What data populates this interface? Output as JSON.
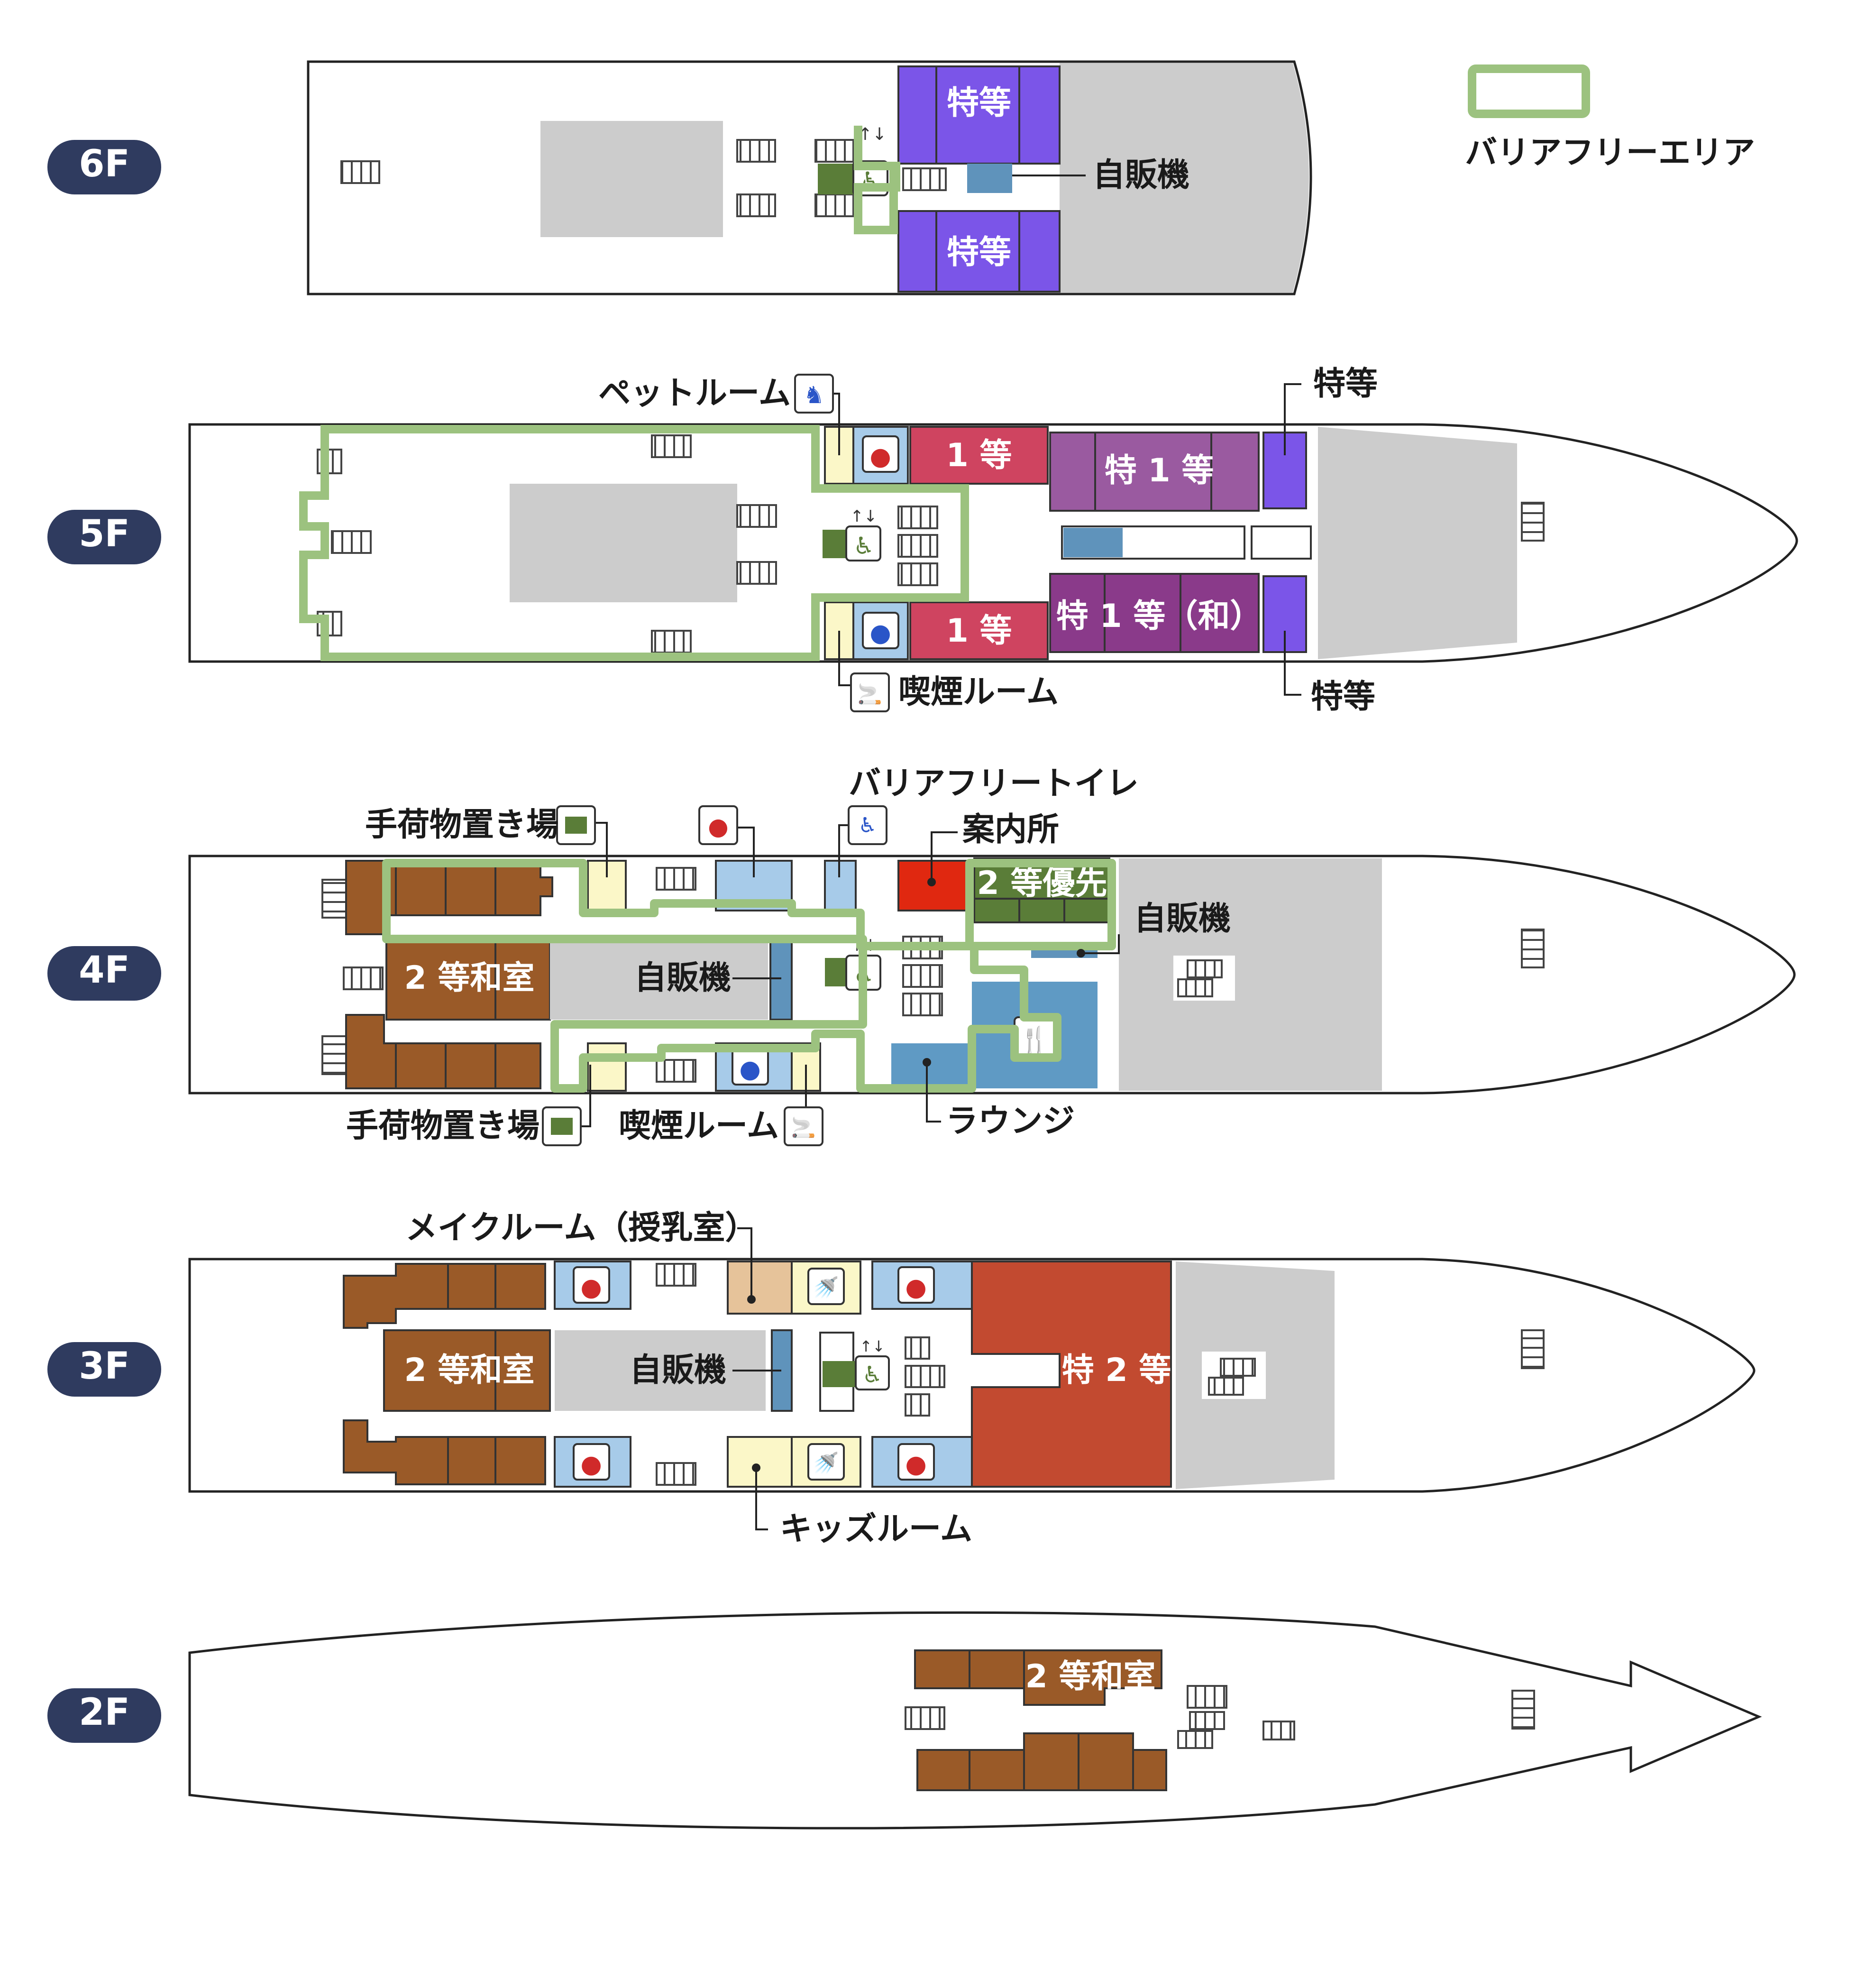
{
  "legend": {
    "barrier_free_area": "バリアフリーエリア"
  },
  "colors": {
    "barrier_free_outline": "#9cc27f",
    "deck_badge": "#2f3b5f",
    "special_class": "#7b55e8",
    "special_first": "#9a5aa0",
    "special_first_jp": "#8a3a8a",
    "first_class": "#cf4460",
    "second_jp": "#9a5a28",
    "second_priority": "#5a7d38",
    "special_second": "#c24a30",
    "info": "#e02810",
    "vending": "#5f93bb",
    "lounge": "#5f9ac4",
    "restroom": "#a7cbe9",
    "luggage": "#fbf7c8",
    "make_room": "#e6c39a",
    "deck_gray": "#cccccc"
  },
  "decks": [
    {
      "badge": "6F",
      "rooms": {
        "tokuto_top": "特等",
        "tokuto_bottom": "特等"
      },
      "callouts": {
        "vending": "自販機"
      }
    },
    {
      "badge": "5F",
      "rooms": {
        "first_top": "1 等",
        "first_bottom": "1 等",
        "special_first": "特 1 等",
        "special_first_jp": "特 1 等（和）"
      },
      "callouts": {
        "pet_room": "ペットルーム",
        "smoking_room": "喫煙ルーム",
        "tokuto_top": "特等",
        "tokuto_bottom": "特等"
      }
    },
    {
      "badge": "4F",
      "rooms": {
        "second_jp": "2 等和室",
        "vending_center": "自販機",
        "second_priority": "2 等優先"
      },
      "callouts": {
        "luggage_top": "手荷物置き場",
        "barrier_free_toilet": "バリアフリートイレ",
        "info_desk": "案内所",
        "vending_right": "自販機",
        "luggage_bottom": "手荷物置き場",
        "smoking_room": "喫煙ルーム",
        "lounge": "ラウンジ"
      }
    },
    {
      "badge": "3F",
      "rooms": {
        "second_jp": "2 等和室",
        "vending_center": "自販機",
        "special_second": "特 2 等"
      },
      "callouts": {
        "make_room": "メイクルーム（授乳室）",
        "kids_room": "キッズルーム"
      }
    },
    {
      "badge": "2F",
      "rooms": {
        "second_jp": "2 等和室"
      }
    }
  ]
}
